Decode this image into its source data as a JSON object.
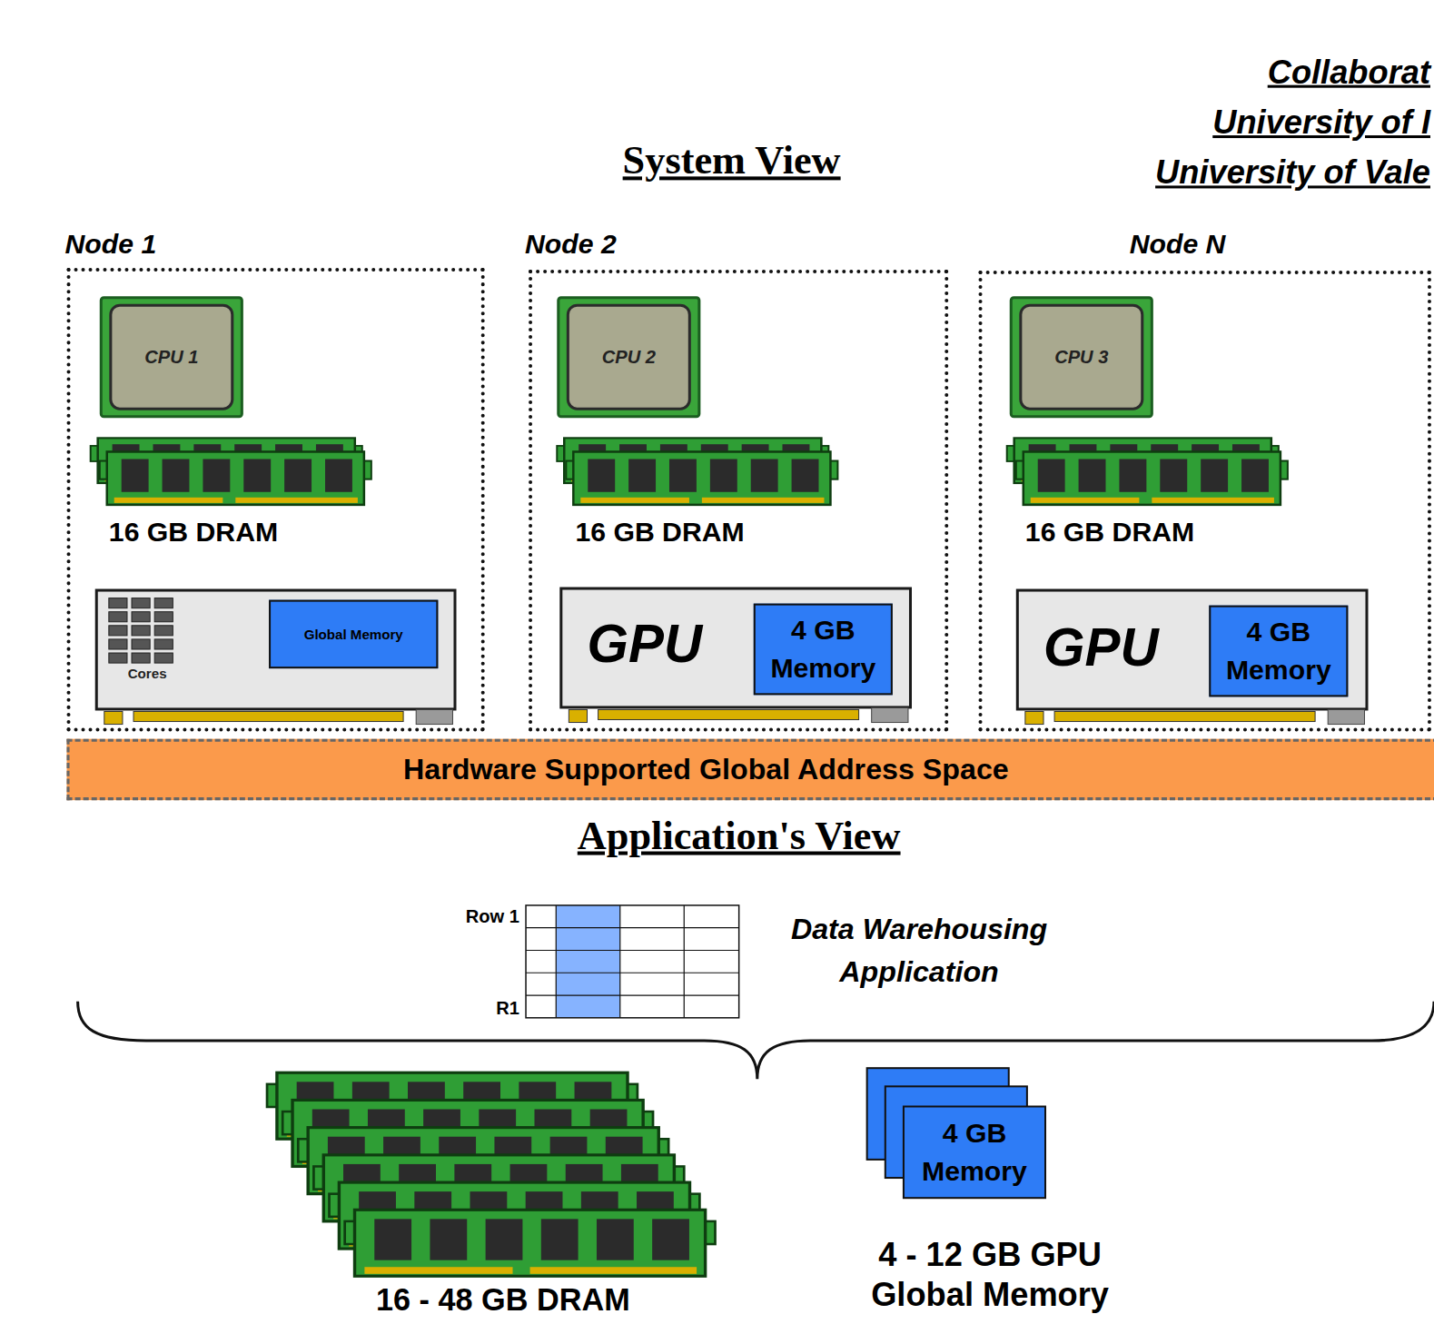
{
  "diagram": {
    "title": "System View",
    "nodes": [
      {
        "text": [
          "Node 1"
        ]
      },
      {
        "text": [
          "CPU 1"
        ],
        "in": 0
      },
      {
        "text": [
          "16 GB DRAM"
        ],
        "in": 0
      },
      {
        "text": [
          "Cores"
        ],
        "in": 0
      },
      {
        "text": [
          "Global Memory"
        ],
        "in": 3
      },
      {
        "text": [
          "Node 2"
        ]
      },
      {
        "text": [
          "CPU 2"
        ],
        "in": 5
      },
      {
        "text": [
          "16 GB DRAM"
        ],
        "in": 5
      },
      {
        "text": [
          "GPU"
        ],
        "in": 5
      },
      {
        "text": [
          "4 GB Memory"
        ],
        "in": 8
      },
      {
        "text": [
          "Node N"
        ]
      },
      {
        "text": [
          "CPU 3"
        ],
        "in": 10
      },
      {
        "text": [
          "16 GB DRAM"
        ],
        "in": 10
      },
      {
        "text": [
          "GPU"
        ],
        "in": 10
      },
      {
        "text": [
          "4 GB Memory"
        ],
        "in": 13
      },
      {
        "text": [
          "Hardware Supported Global Address Space"
        ]
      },
      {
        "text": [
          "4 GB Memory"
        ]
      }
    ],
    "labels": [
      "Collaborat",
      "University of I",
      "University of Vale",
      "Application's View",
      "Row 1",
      "R1",
      "Data Warehousing Application",
      "16 - 48 GB DRAM",
      "4 - 12 GB GPU Global Memory"
    ]
  }
}
